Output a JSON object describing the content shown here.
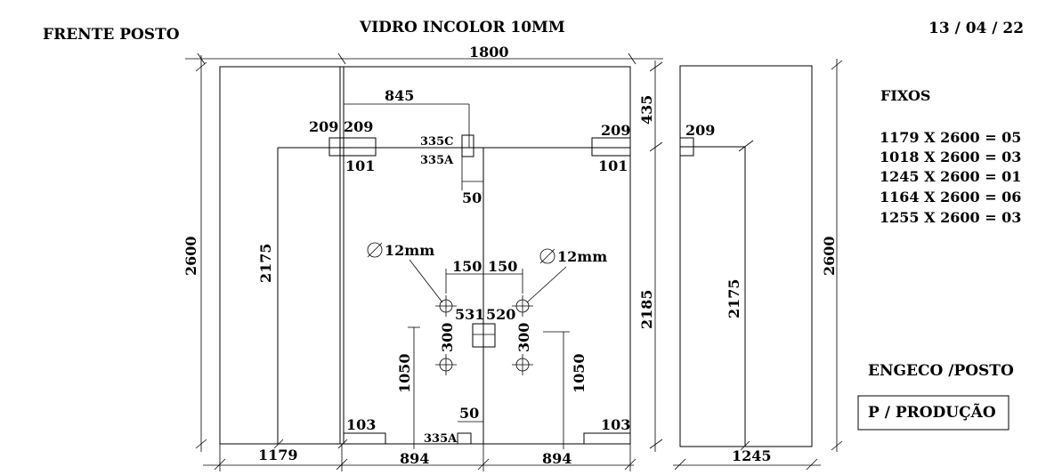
{
  "header": {
    "left_title": "FRENTE POSTO",
    "center_title": "VIDRO INCOLOR 10MM",
    "date": "13 / 04 / 22"
  },
  "dimensions": {
    "total_width": "1800",
    "total_height_left": "2600",
    "total_height_right": "2600",
    "left_panel_width": "1179",
    "door_offset": "845",
    "top_band": "435",
    "right_lower_height": "2185",
    "left_inner_height": "2175",
    "side_inner_height": "2175",
    "side_panel_width": "1245",
    "bottom_left": "894",
    "bottom_right": "894",
    "patch_209_a": "209",
    "patch_209_b": "209",
    "patch_209_c": "209",
    "patch_209_d": "209",
    "patch_101_a": "101",
    "patch_101_b": "101",
    "hinge_top_c": "335C",
    "hinge_top_a": "335A",
    "hinge_bottom_a": "335A",
    "gap_50_top": "50",
    "gap_50_bottom": "50",
    "hole_label_left": "12mm",
    "hole_label_right": "12mm",
    "hole_spacing_left": "150",
    "hole_spacing_right": "150",
    "lock_left": "531",
    "lock_right": "520",
    "hole_vertical_left": "300",
    "hole_vertical_right": "300",
    "handle_height_left": "1050",
    "handle_height_right": "1050",
    "bottom_patch_left": "103",
    "bottom_patch_right": "103"
  },
  "fixos": {
    "title": "FIXOS",
    "items": [
      "1179 X 2600 = 05",
      "1018 X 2600 = 03",
      "1245 X 2600 = 01",
      "1164 X 2600 = 06",
      "1255 X 2600 = 03"
    ]
  },
  "footer": {
    "company": "ENGECO /POSTO",
    "stamp": "P / PRODUÇÃO"
  }
}
